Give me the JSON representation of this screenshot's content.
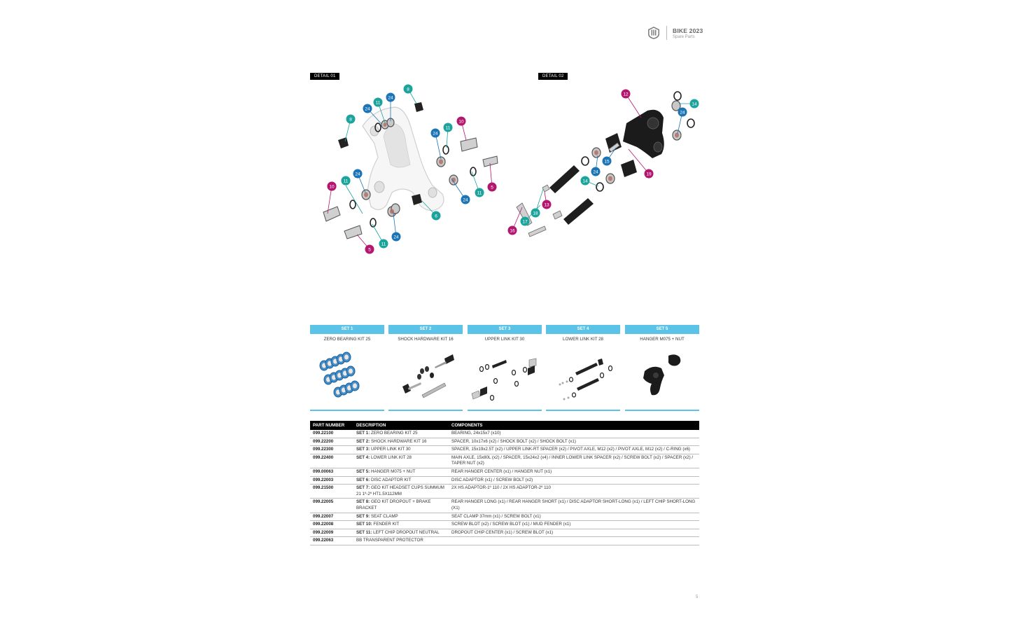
{
  "header": {
    "title": "BIKE 2023",
    "subtitle": "Spare Parts"
  },
  "details": [
    {
      "label": "DETAIL 01"
    },
    {
      "label": "DETAIL 02"
    }
  ],
  "callouts": {
    "detail1": [
      "8",
      "24",
      "11",
      "24",
      "8",
      "10",
      "24",
      "11",
      "8",
      "10",
      "11",
      "24",
      "24",
      "11",
      "5",
      "6",
      "10",
      "5",
      "11",
      "24"
    ],
    "detail2": [
      "12",
      "14",
      "24",
      "15",
      "24",
      "14",
      "19",
      "13",
      "18",
      "17",
      "16"
    ]
  },
  "colors": {
    "teal": "#1ba39c",
    "blue": "#1a74b5",
    "magenta": "#b2166f",
    "set_bar": "#5bc3e8"
  },
  "sets": [
    {
      "head": "SET 1",
      "name": "ZERO BEARING KIT 25"
    },
    {
      "head": "SET 2",
      "name": "SHOCK HARDWARE KIT 16"
    },
    {
      "head": "SET 3",
      "name": "UPPER LINK KIT 30"
    },
    {
      "head": "SET 4",
      "name": "LOWER LINK KIT 28"
    },
    {
      "head": "SET 5",
      "name": "HANGER M075 + NUT"
    }
  ],
  "table": {
    "headers": [
      "PART NUMBER",
      "DESCRIPTION",
      "COMPONENTS"
    ],
    "rows": [
      {
        "pn": "099.22100",
        "set": "SET 1:",
        "desc": " ZERO BEARING KIT 25",
        "comp": "BEARING, 24x15x7 (x10)"
      },
      {
        "pn": "099.22200",
        "set": "SET 2:",
        "desc": " SHOCK HARDWARE KIT 16",
        "comp": "SPACER, 10x17x6 (x2) / SHOCK BOLT (x2) / SHOCK BOLT (x1)"
      },
      {
        "pn": "099.22300",
        "set": "SET 3:",
        "desc": " UPPER LINK KIT 30",
        "comp": "SPACER, 15x19x2.5T (x2) / UPPER LINK-RT SPACER (x2) / PIVOT AXLE, M12 (x2) / PIVOT AXLE, M12 (x2) / C-RING (x6)"
      },
      {
        "pn": "099.22400",
        "set": "SET 4:",
        "desc": " LOWER LINK KIT 28",
        "comp": "MAIN AXLE, 15x80L (x2) / SPACER, 15x24x2 (x4) / INNER LOWER LINK SPACER (x2) / SCREW BOLT (x2) / SPACER (x2) / TAPER NUT (x2)"
      },
      {
        "pn": "099.00063",
        "set": "SET 5:",
        "desc": " HANGER M075 + NUT",
        "comp": "REAR HANGER CENTER (x1) / HANGER NUT (x1)"
      },
      {
        "pn": "099.22003",
        "set": "SET 6:",
        "desc": " DISC ADAPTOR KIT",
        "comp": "DISC ADAPTOR (x1) / SCREW BOLT (x2)"
      },
      {
        "pn": "099.21500",
        "set": "SET 7:",
        "desc": " GEO KIT HEADSET CUPS SUMMUM 21 1º-2º HT1.5X112MM",
        "comp": "2X HS ADAPTOR-1º 110 / 2X HS ADAPTOR-2º 110"
      },
      {
        "pn": "099.22005",
        "set": "SET 8:",
        "desc": " GEO KIT DROPOUT + BRAKE BRACKET",
        "comp": "REAR HANGER LONG (x1) / REAR HANGER SHORT (x1) / DISC ADAPTOR SHORT-LONG (x1) / LEFT CHIP SHORT-LONG (X1)"
      },
      {
        "pn": "099.22007",
        "set": "SET 9:",
        "desc": " SEAT CLAMP",
        "comp": "SEAT CLAMP 37mm (x1) / SCREW BOLT (x1)"
      },
      {
        "pn": "099.22008",
        "set": "SET 10:",
        "desc": " FENDER KIT",
        "comp": "SCREW BLOT (x2) / SCREW BLOT (x1) / MUD FENDER (x1)"
      },
      {
        "pn": "099.22009",
        "set": "SET 11:",
        "desc": " LEFT CHIP DROPOUT NEUTRAL",
        "comp": "DROPOUT CHIP CENTER (x1) / SCREW BLOT (x1)"
      },
      {
        "pn": "099.22063",
        "set": "",
        "desc": "BB TRANSPARENT PROTECTOR",
        "comp": ""
      }
    ]
  },
  "page_number": "5"
}
